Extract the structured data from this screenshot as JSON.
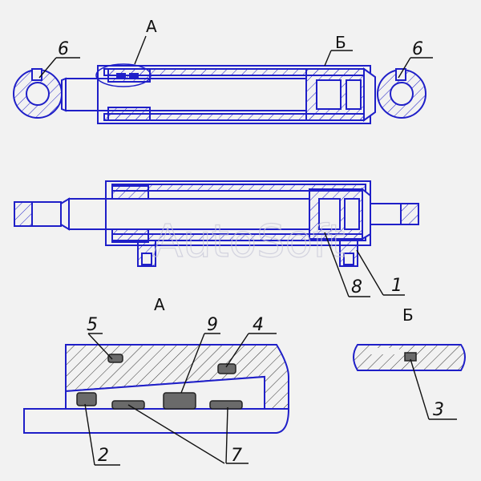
{
  "labels": {
    "sec_a_top": "А",
    "sec_b_top": "Б",
    "sec_a_detail": "А",
    "sec_b_detail": "Б",
    "n6_left": "6",
    "n6_right": "6",
    "n8": "8",
    "n1": "1",
    "n5": "5",
    "n9": "9",
    "n4": "4",
    "n2": "2",
    "n7": "7",
    "n3": "3"
  },
  "watermark": "AutoSoft",
  "colors": {
    "outline": "#1f1fc8",
    "hatch": "#1f1fc8",
    "leader": "#111111",
    "seal": "#2b2b2b",
    "seal_fill": "#6a6a6a"
  }
}
